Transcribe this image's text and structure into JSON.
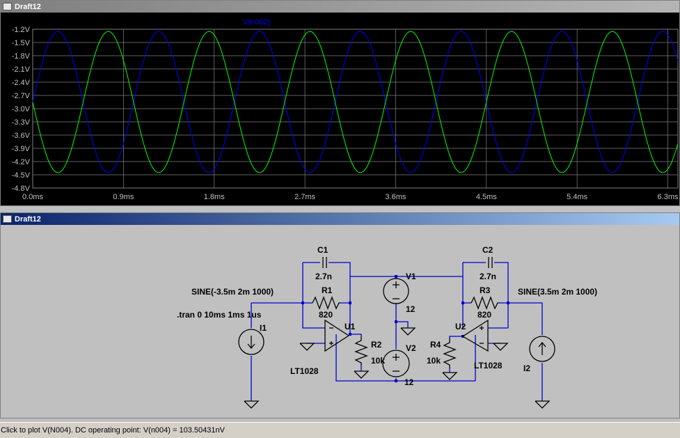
{
  "plot_window": {
    "title": "Draft12"
  },
  "schematic_window": {
    "title": "Draft12"
  },
  "chart_data": {
    "type": "line",
    "title": "V(n002)",
    "x_ticks": [
      "0.0ms",
      "0.9ms",
      "1.8ms",
      "2.7ms",
      "3.6ms",
      "4.5ms",
      "5.4ms",
      "6.3ms"
    ],
    "y_ticks": [
      "-1.2V",
      "-1.5V",
      "-1.8V",
      "-2.1V",
      "-2.4V",
      "-2.7V",
      "-3.0V",
      "-3.3V",
      "-3.6V",
      "-3.9V",
      "-4.2V",
      "-4.5V",
      "-4.8V"
    ],
    "xlim": [
      0,
      6.4
    ],
    "ylim": [
      -4.8,
      -1.2
    ],
    "grid": true,
    "series": [
      {
        "name": "V(n002)",
        "color": "#0000ff",
        "waveform": "sine",
        "offset": -2.85,
        "amplitude": 1.6,
        "frequency_khz": 1,
        "phase": "rising"
      },
      {
        "name": "",
        "color": "#00ff00",
        "waveform": "sine",
        "offset": -2.85,
        "amplitude": 1.6,
        "frequency_khz": 1,
        "phase": "falling"
      }
    ]
  },
  "schematic": {
    "directive": ".tran 0 10ms 1ms 1us",
    "source_left": "SINE(-3.5m 2m 1000)",
    "source_right": "SINE(3.5m 2m 1000)",
    "components": {
      "C1": {
        "name": "C1",
        "value": "2.7n"
      },
      "C2": {
        "name": "C2",
        "value": "2.7n"
      },
      "R1": {
        "name": "R1",
        "value": "820"
      },
      "R3": {
        "name": "R3",
        "value": "820"
      },
      "R2": {
        "name": "R2",
        "value": "10k"
      },
      "R4": {
        "name": "R4",
        "value": "10k"
      },
      "V1": {
        "name": "V1",
        "value": "12"
      },
      "V2": {
        "name": "V2",
        "value": "12"
      },
      "U1": {
        "name": "U1",
        "model": "LT1028"
      },
      "U2": {
        "name": "U2",
        "model": "LT1028"
      },
      "I1": {
        "name": "I1"
      },
      "I2": {
        "name": "I2"
      }
    }
  },
  "status": {
    "text": "Click to plot V(N004).  DC operating point: V(n004) = 103.50431nV"
  },
  "colors": {
    "plot_bg": "#000000",
    "wire": "#0000cc",
    "component": "#000000",
    "schematic_bg": "#c0c0c0"
  }
}
